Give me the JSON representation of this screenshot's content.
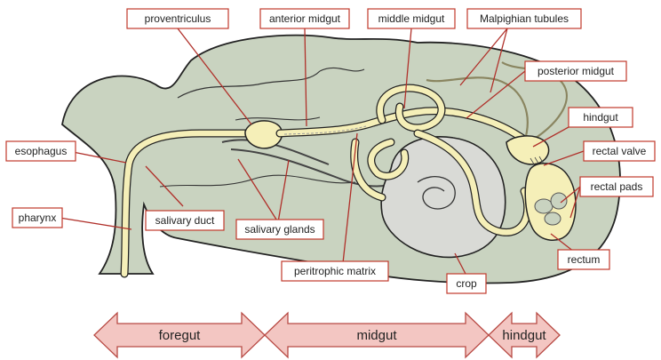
{
  "labels": {
    "proventriculus": "proventriculus",
    "anterior_midgut": "anterior midgut",
    "middle_midgut": "middle midgut",
    "malpighian_tubules": "Malpighian tubules",
    "posterior_midgut": "posterior midgut",
    "hindgut": "hindgut",
    "rectal_valve": "rectal valve",
    "rectal_pads": "rectal pads",
    "rectum": "rectum",
    "esophagus": "esophagus",
    "pharynx": "pharynx",
    "salivary_duct": "salivary duct",
    "salivary_glands": "salivary glands",
    "peritrophic_matrix": "peritrophic matrix",
    "crop": "crop"
  },
  "regions": {
    "foregut": "foregut",
    "midgut": "midgut",
    "hindgut": "hindgut"
  },
  "colors": {
    "label_border": "#c0392b",
    "leader_line": "#b0302a",
    "body_fill": "#c9d3c0",
    "gut_fill": "#f5efb8",
    "crop_fill": "#d9dad6",
    "arrow_fill": "#f3c6c2",
    "arrow_stroke": "#b84a44",
    "outline": "#222222"
  }
}
